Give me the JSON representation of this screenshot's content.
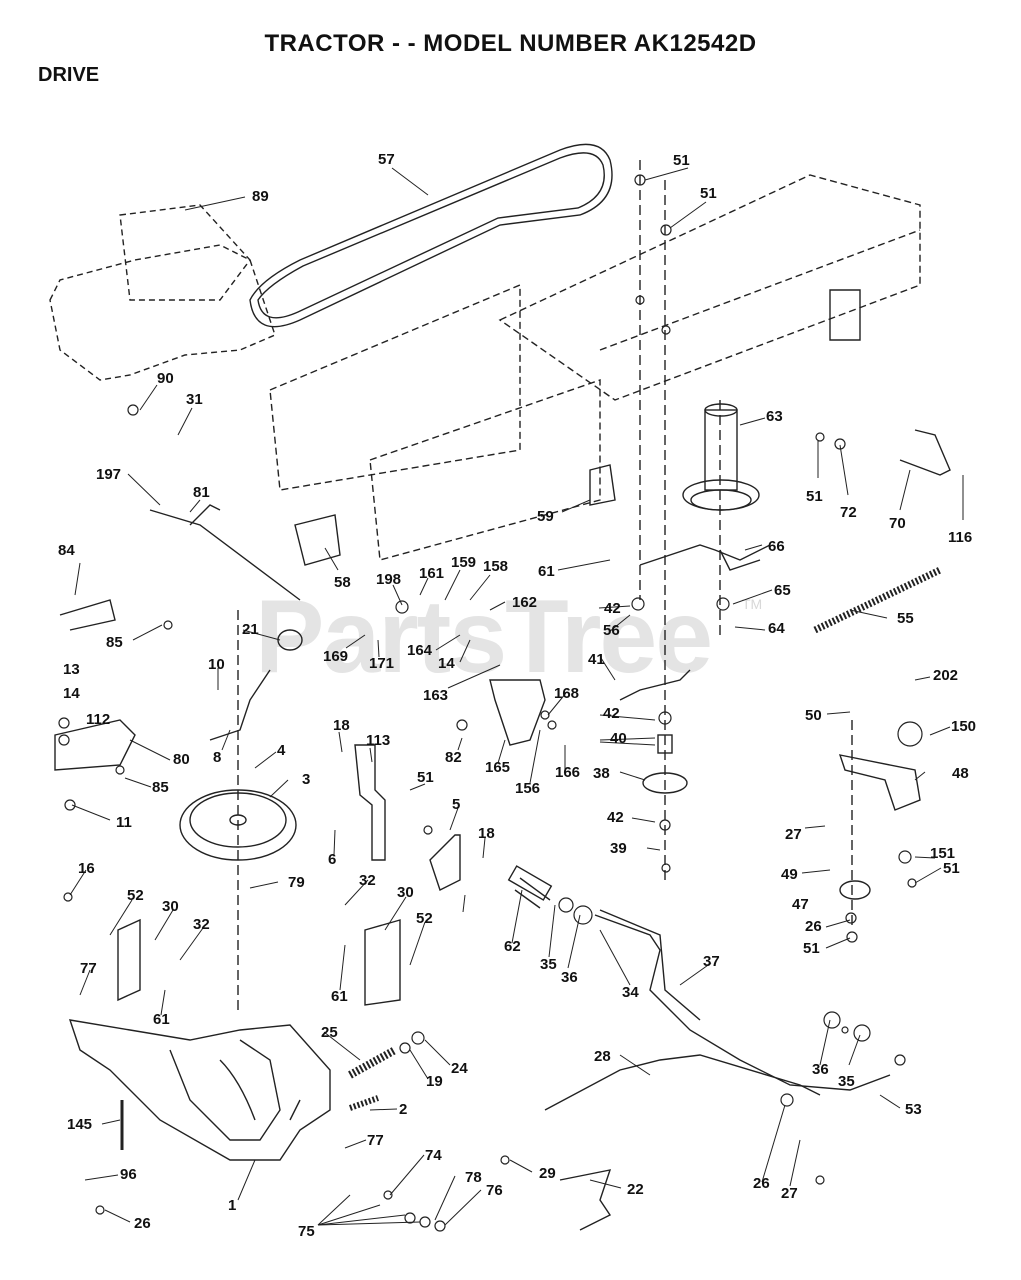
{
  "title": "TRACTOR - - MODEL NUMBER AK12542D",
  "section": "DRIVE",
  "watermark": "PartsTree",
  "watermark_tm": "TM",
  "callouts": [
    "57",
    "51",
    "51",
    "89",
    "90",
    "31",
    "197",
    "81",
    "63",
    "51",
    "72",
    "70",
    "116",
    "59",
    "58",
    "198",
    "161",
    "159",
    "158",
    "66",
    "61",
    "84",
    "85",
    "21",
    "162",
    "42",
    "56",
    "65",
    "64",
    "169",
    "171",
    "164",
    "14",
    "163",
    "55",
    "10",
    "13",
    "14",
    "112",
    "41",
    "202",
    "8",
    "4",
    "80",
    "85",
    "168",
    "42",
    "50",
    "150",
    "18",
    "113",
    "82",
    "165",
    "40",
    "48",
    "3",
    "38",
    "156",
    "166",
    "11",
    "51",
    "5",
    "18",
    "42",
    "27",
    "6",
    "39",
    "151",
    "16",
    "79",
    "52",
    "30",
    "32",
    "32",
    "30",
    "52",
    "62",
    "49",
    "51",
    "47",
    "35",
    "36",
    "26",
    "37",
    "34",
    "51",
    "77",
    "61",
    "61",
    "25",
    "24",
    "19",
    "2",
    "28",
    "36",
    "35",
    "53",
    "145",
    "77",
    "96",
    "29",
    "22",
    "26",
    "27",
    "74",
    "78",
    "76",
    "1",
    "26",
    "75"
  ]
}
